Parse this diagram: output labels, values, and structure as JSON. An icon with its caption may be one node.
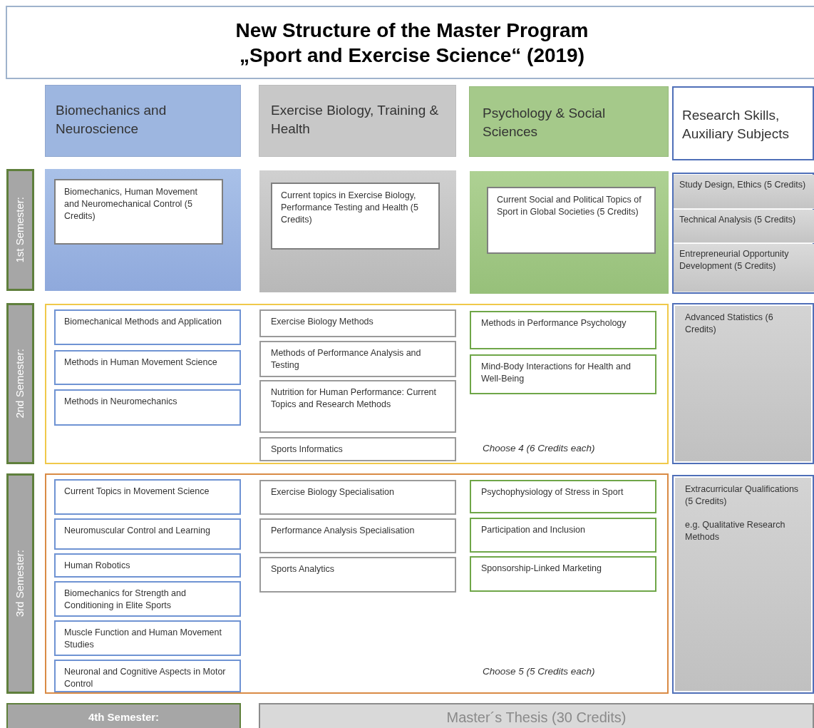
{
  "diagram": {
    "title": "New Structure of the Master Program „Sport and Exercise Science“ (2019)",
    "nodes": [
      {
        "text": [
          "Biomechanics and Neuroscience"
        ]
      },
      {
        "text": [
          "Exercise Biology, Training & Health"
        ]
      },
      {
        "text": [
          "Psychology & Social Sciences"
        ]
      },
      {
        "text": [
          "Research Skills, Auxiliary Subjects"
        ]
      },
      {
        "text": [
          "1st Semester:"
        ]
      },
      {
        "text": [],
        "shape": "box"
      },
      {
        "text": [
          "Biomechanics, Human Movement and Neuromechanical Control (5 Credits)"
        ],
        "in": 5
      },
      {
        "text": [],
        "shape": "box"
      },
      {
        "text": [
          "Current topics in Exercise Biology, Performance Testing and Health (5 Credits)"
        ],
        "in": 7
      },
      {
        "text": [],
        "shape": "box"
      },
      {
        "text": [
          "Current Social and Political Topics of Sport in Global Societies (5 Credits)"
        ],
        "in": 9
      },
      {
        "text": [],
        "shape": "box"
      },
      {
        "text": [
          "Study Design, Ethics (5 Credits)"
        ],
        "in": 11
      },
      {
        "text": [
          "Technical Analysis (5 Credits)"
        ],
        "in": 11
      },
      {
        "text": [
          "Entrepreneurial Opportunity Development (5 Credits)"
        ],
        "in": 11
      },
      {
        "text": [
          "2nd Semester:"
        ]
      },
      {
        "text": [],
        "shape": "box"
      },
      {
        "text": [
          "Biomechanical Methods and Application"
        ],
        "in": 16
      },
      {
        "text": [
          "Methods in Human Movement Science"
        ],
        "in": 16
      },
      {
        "text": [
          "Methods in Neuromechanics"
        ],
        "in": 16
      },
      {
        "text": [
          "Exercise Biology Methods"
        ],
        "in": 16
      },
      {
        "text": [
          "Methods of Performance Analysis and Testing"
        ],
        "in": 16
      },
      {
        "text": [
          "Nutrition for Human Performance: Current Topics and Research Methods"
        ],
        "in": 16
      },
      {
        "text": [
          "Sports Informatics"
        ],
        "in": 16
      },
      {
        "text": [
          "Methods in Performance Psychology"
        ],
        "in": 16
      },
      {
        "text": [
          "Mind-Body Interactions for Health and Well-Being"
        ],
        "in": 16
      },
      {
        "text": [
          "Advanced Statistics (6 Credits)"
        ]
      },
      {
        "text": [
          "3rd Semester:"
        ]
      },
      {
        "text": [],
        "shape": "box"
      },
      {
        "text": [
          "Current Topics in Movement Science"
        ],
        "in": 28
      },
      {
        "text": [
          "Neuromuscular Control and Learning"
        ],
        "in": 28
      },
      {
        "text": [
          "Human Robotics"
        ],
        "in": 28
      },
      {
        "text": [
          "Biomechanics for Strength and Conditioning in Elite Sports"
        ],
        "in": 28
      },
      {
        "text": [
          "Muscle Function and Human Movement Studies"
        ],
        "in": 28
      },
      {
        "text": [
          "Neuronal and Cognitive Aspects in Motor Control"
        ],
        "in": 28
      },
      {
        "text": [
          "Exercise Biology Specialisation"
        ],
        "in": 28
      },
      {
        "text": [
          "Performance Analysis Specialisation"
        ],
        "in": 28
      },
      {
        "text": [
          "Sports Analytics"
        ],
        "in": 28
      },
      {
        "text": [
          "Psychophysiology of Stress in Sport"
        ],
        "in": 28
      },
      {
        "text": [
          "Participation and Inclusion"
        ],
        "in": 28
      },
      {
        "text": [
          "Sponsorship-Linked Marketing"
        ],
        "in": 28
      },
      {
        "text": [
          "Extracurricular Qualifications (5 Credits)",
          "e.g. Qualitative Research Methods"
        ]
      },
      {
        "text": [
          "4th Semester:"
        ]
      },
      {
        "text": [
          "Master´s Thesis (30 Credits)"
        ]
      }
    ],
    "labels": [
      "Choose 4 (6 Credits each)",
      "Choose 5 (5 Credits each)"
    ]
  }
}
